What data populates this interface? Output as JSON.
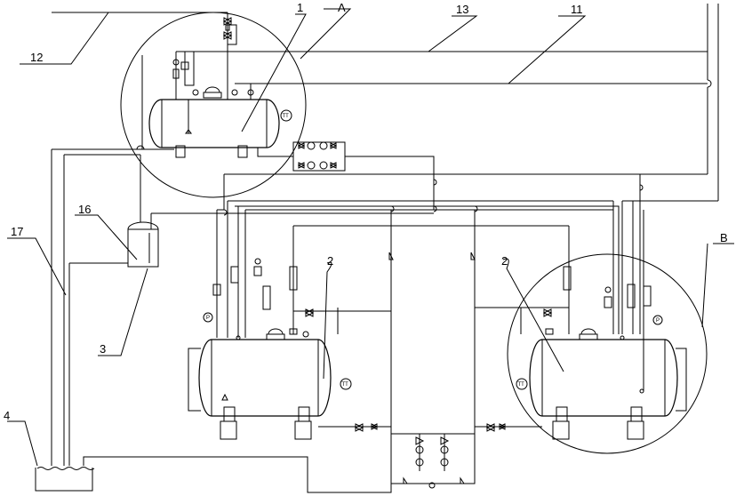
{
  "labels": {
    "n1": "1",
    "nA": "A",
    "n13": "13",
    "n11": "11",
    "n12": "12",
    "n16": "16",
    "n17": "17",
    "n3": "3",
    "n4": "4",
    "n2a": "2",
    "n2b": "2",
    "nB": "B"
  },
  "gauges": {
    "temp": "TT",
    "pressure": "P"
  },
  "colors": {
    "stroke": "#000000",
    "background": "#ffffff"
  }
}
